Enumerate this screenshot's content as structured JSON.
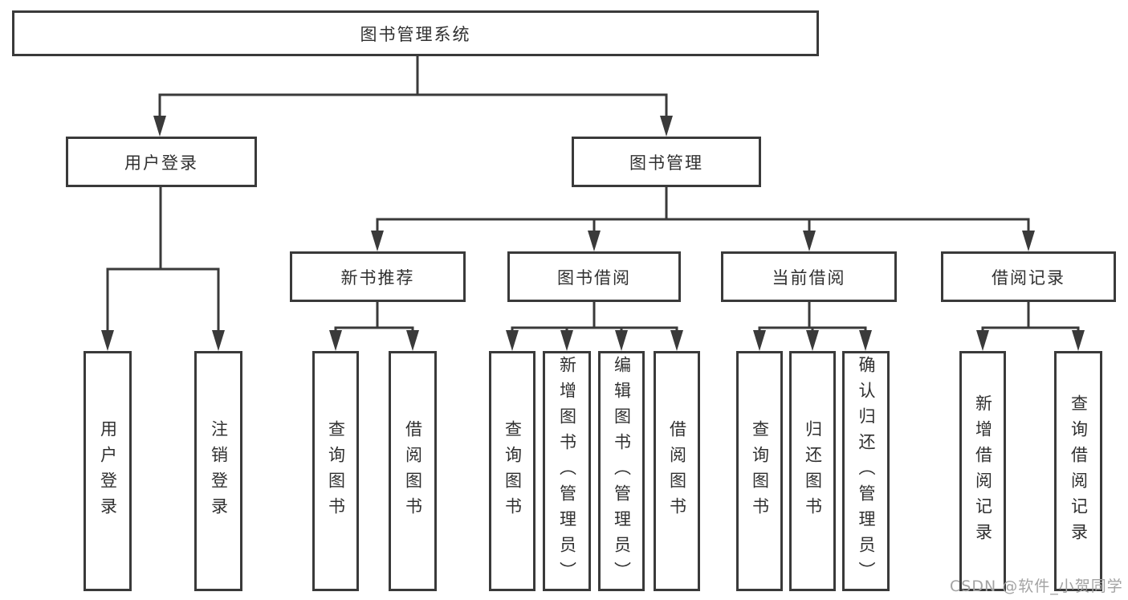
{
  "tree": {
    "label": "图书管理系统",
    "children": [
      {
        "label": "用户登录",
        "children": [
          {
            "label": "用户登录"
          },
          {
            "label": "注销登录"
          }
        ]
      },
      {
        "label": "图书管理",
        "children": [
          {
            "label": "新书推荐",
            "children": [
              {
                "label": "查询图书"
              },
              {
                "label": "借阅图书"
              }
            ]
          },
          {
            "label": "图书借阅",
            "children": [
              {
                "label": "查询图书"
              },
              {
                "label": "新增图书（管理员）"
              },
              {
                "label": "编辑图书（管理员）"
              },
              {
                "label": "借阅图书"
              }
            ]
          },
          {
            "label": "当前借阅",
            "children": [
              {
                "label": "查询图书"
              },
              {
                "label": "归还图书"
              },
              {
                "label": "确认归还（管理员）"
              }
            ]
          },
          {
            "label": "借阅记录",
            "children": [
              {
                "label": "新增借阅记录"
              },
              {
                "label": "查询借阅记录"
              }
            ]
          }
        ]
      }
    ]
  },
  "watermark": {
    "text": "CSDN @软件_小贺同学"
  },
  "colors": {
    "border": "#3a3a3a",
    "connector": "#3a3a3a",
    "text": "#303030",
    "watermark": "#a3a3a3",
    "background": "#ffffff"
  }
}
